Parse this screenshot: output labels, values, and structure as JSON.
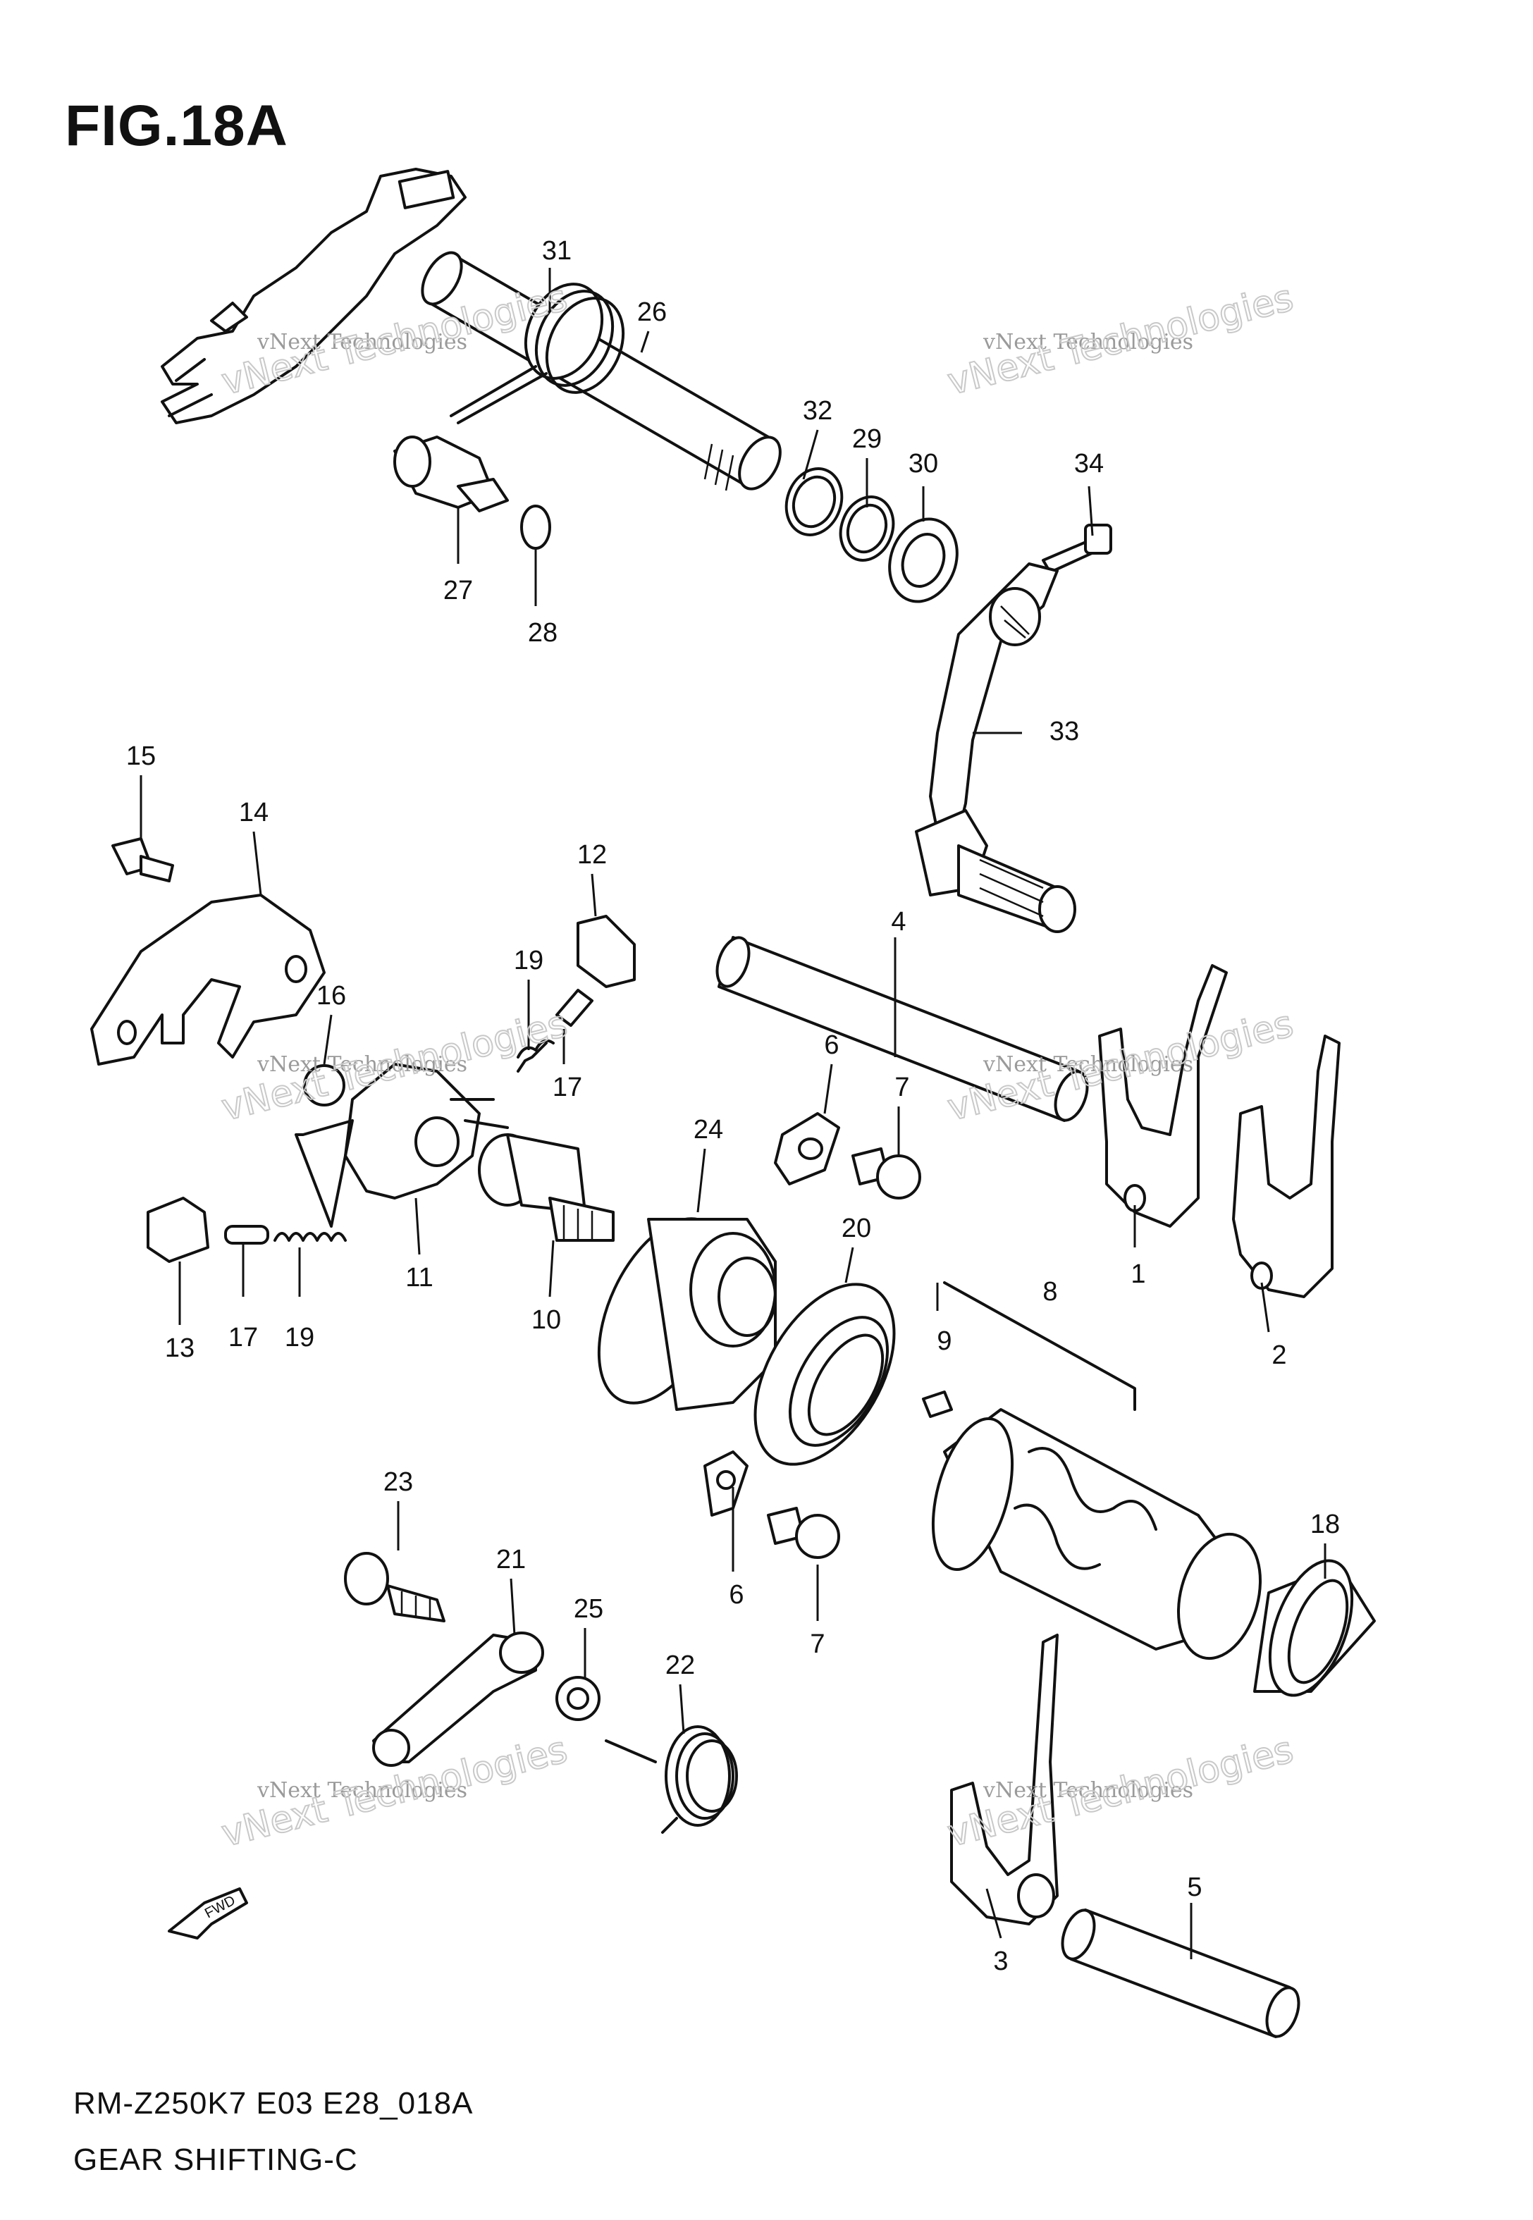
{
  "figure": {
    "title": "FIG.18A",
    "footer_model": "RM-Z250K7 E03 E28_018A",
    "footer_name": "GEAR SHIFTING-C",
    "direction_marker": "FWD"
  },
  "watermark": {
    "line1": "vNext Technologies",
    "line2": "vNext Technologies"
  },
  "callouts": [
    "31",
    "26",
    "32",
    "29",
    "30",
    "34",
    "27",
    "28",
    "33",
    "15",
    "14",
    "12",
    "19",
    "16",
    "17",
    "4",
    "6",
    "7",
    "24",
    "20",
    "8",
    "9",
    "1",
    "2",
    "13",
    "11",
    "10",
    "23",
    "21",
    "25",
    "22",
    "18",
    "3",
    "5"
  ]
}
